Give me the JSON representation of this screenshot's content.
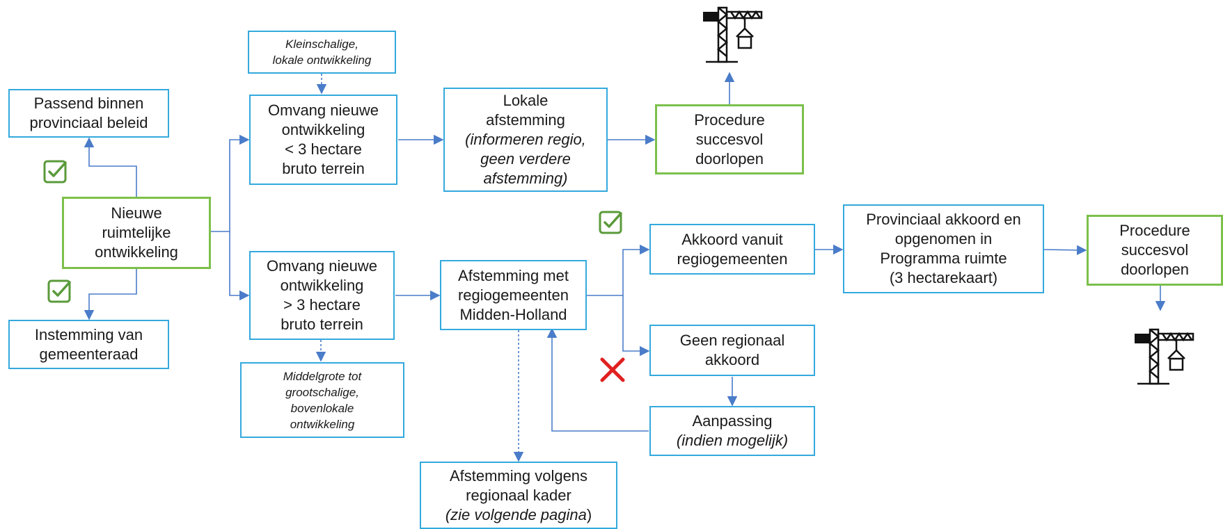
{
  "colors": {
    "box_border": "#33a9dd",
    "highlight_border": "#7cc04b",
    "arrow": "#4a7cc9",
    "check": "#5a9a3a",
    "cross": "#e02020",
    "icon": "#111111"
  },
  "icons": {
    "approved": "checkbox-checked-icon",
    "rejected": "red-cross-icon",
    "construction": "construction-crane-house-icon"
  },
  "nodes": {
    "passend": [
      "Passend binnen",
      "provinciaal beleid"
    ],
    "nieuwe": [
      "Nieuwe",
      "ruimtelijke",
      "ontwikkeling"
    ],
    "instemming": [
      "Instemming van",
      "gemeenteraad"
    ],
    "kleinschalig": [
      "Kleinschalige,",
      "lokale ontwikkeling"
    ],
    "omvang_klein": [
      "Omvang nieuwe",
      "ontwikkeling",
      "< 3 hectare",
      "bruto terrein"
    ],
    "lokale_afstemming": {
      "lines": [
        "Lokale",
        "afstemming"
      ],
      "note": [
        "(informeren regio,",
        "geen verdere",
        "afstemming)"
      ]
    },
    "procedure_top": [
      "Procedure",
      "succesvol",
      "doorlopen"
    ],
    "omvang_groot": [
      "Omvang nieuwe",
      "ontwikkeling",
      "> 3 hectare",
      "bruto terrein"
    ],
    "middelgroot": [
      "Middelgrote tot",
      "grootschalige,",
      "bovenlokale",
      "ontwikkeling"
    ],
    "afstemming_mh": [
      "Afstemming met",
      "regiogemeenten",
      "Midden-Holland"
    ],
    "akkoord_regio": [
      "Akkoord vanuit",
      "regiogemeenten"
    ],
    "geen_akkoord": [
      "Geen regionaal",
      "akkoord"
    ],
    "aanpassing": {
      "lines": [
        "Aanpassing"
      ],
      "note": [
        "(indien mogelijk)"
      ]
    },
    "provinciaal": [
      "Provinciaal akkoord en",
      "opgenomen in",
      "Programma ruimte",
      "(3 hectarekaart)"
    ],
    "procedure_right": [
      "Procedure",
      "succesvol",
      "doorlopen"
    ],
    "regionaal_kader": {
      "lines": [
        "Afstemming volgens",
        "regionaal kader"
      ],
      "note_italic": "(zie volgende pagina",
      "note_end": ")"
    }
  }
}
